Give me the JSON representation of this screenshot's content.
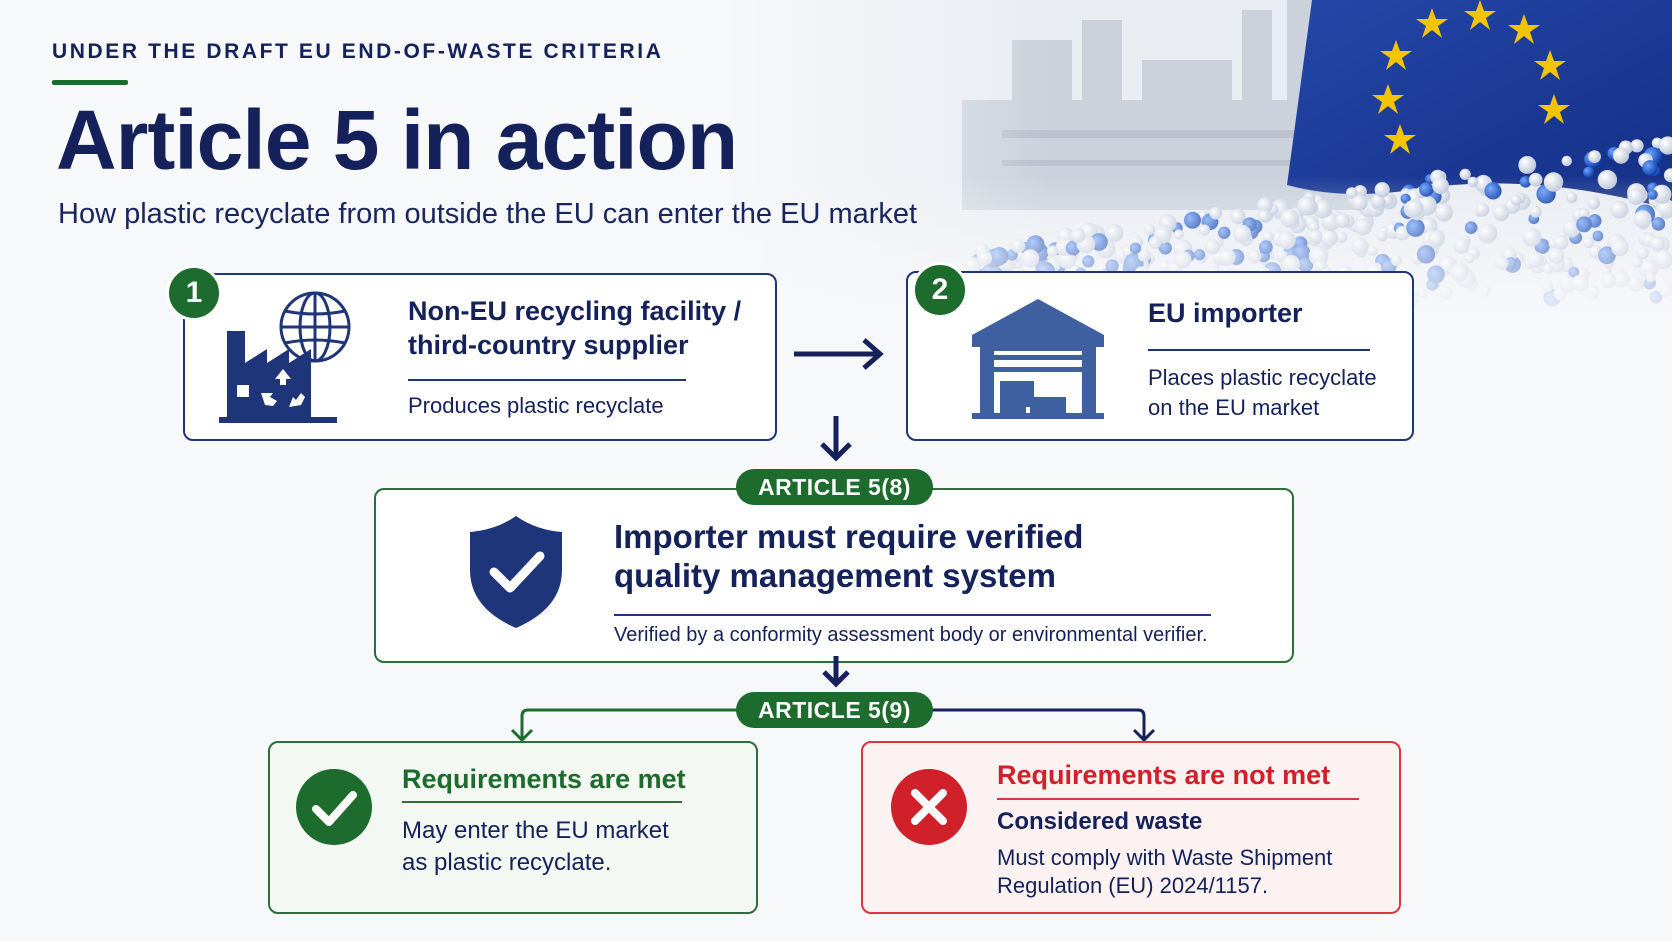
{
  "header": {
    "eyebrow": "UNDER THE DRAFT EU END-OF-WASTE CRITERIA",
    "title": "Article 5 in action",
    "subtitle": "How plastic recyclate from outside the EU can enter the EU market"
  },
  "steps": [
    {
      "number": "1",
      "title_line1": "Non-EU recycling facility /",
      "title_line2": "third-country supplier",
      "text": "Produces plastic recyclate",
      "icon": "factory-globe-recycle-icon"
    },
    {
      "number": "2",
      "title": "EU importer",
      "text_line1": "Places plastic recyclate",
      "text_line2": "on the EU market",
      "icon": "warehouse-icon"
    }
  ],
  "article_5_8": {
    "label": "ARTICLE 5(8)",
    "title_line1": "Importer must require verified",
    "title_line2": "quality management system",
    "text": "Verified by a conformity assessment body or environmental verifier.",
    "icon": "shield-check-icon"
  },
  "article_5_9": {
    "label": "ARTICLE 5(9)",
    "met": {
      "title": "Requirements are met",
      "text_line1": "May enter the EU market",
      "text_line2": "as plastic recyclate.",
      "icon": "check-circle-icon"
    },
    "not_met": {
      "title": "Requirements are not met",
      "subtitle": "Considered waste",
      "text_line1": "Must comply with Waste Shipment",
      "text_line2": "Regulation (EU) 2024/1157.",
      "icon": "x-circle-icon"
    }
  },
  "colors": {
    "navy": "#14215a",
    "green": "#1d6b2d",
    "red": "#d0202a",
    "eu_blue": "#1a3e9c",
    "eu_star": "#f5c400"
  }
}
